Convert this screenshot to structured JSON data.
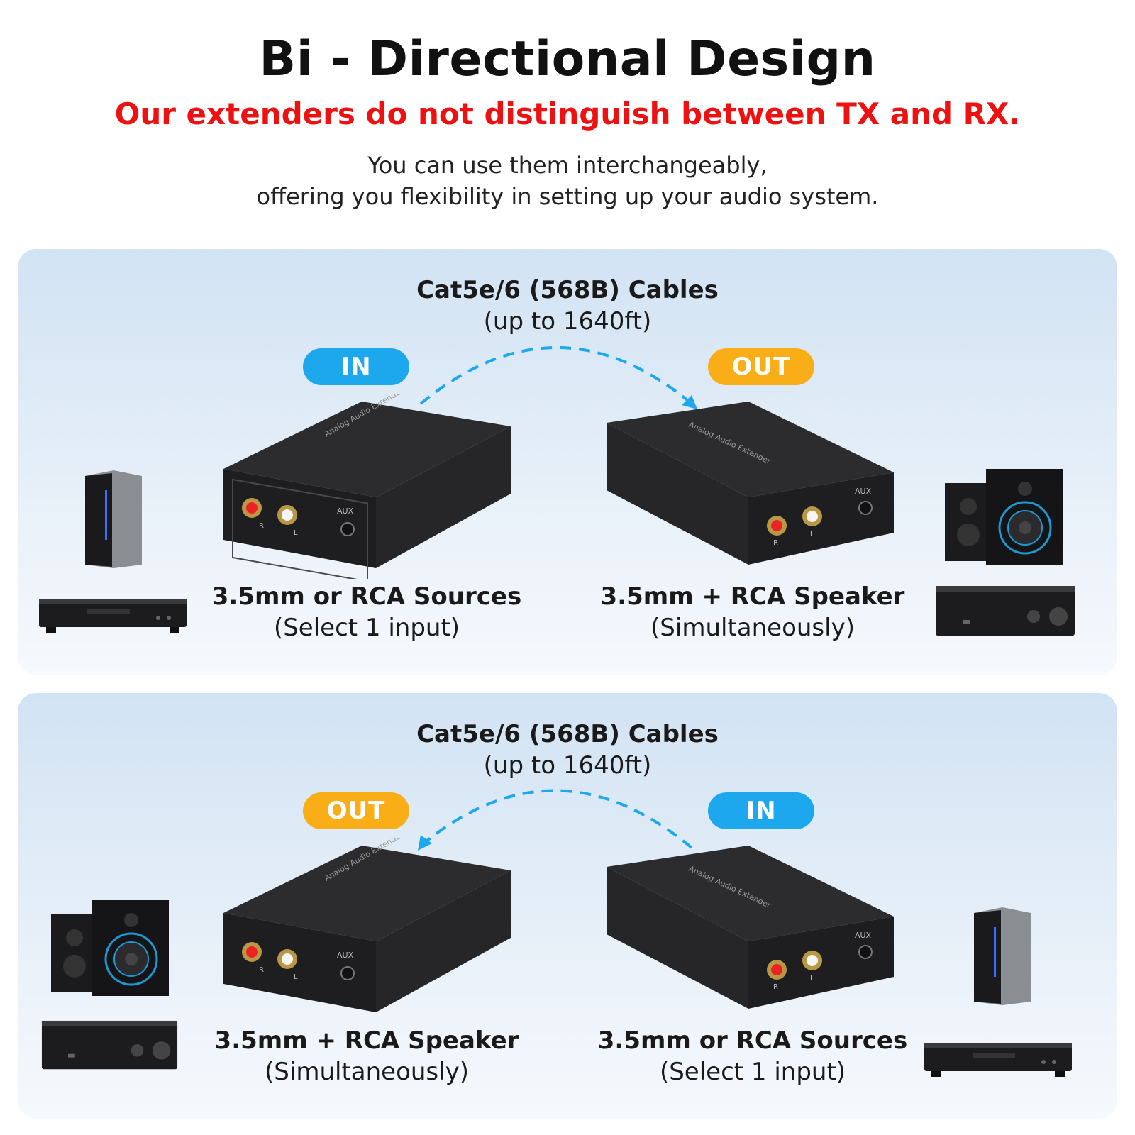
{
  "header": {
    "title": "Bi - Directional Design",
    "subtitle": "Our extenders do not distinguish between TX and RX.",
    "description_line1": "You can use them interchangeably,",
    "description_line2": "offering you flexibility in setting up your audio system."
  },
  "panels": [
    {
      "cable_title": "Cat5e/6 (568B) Cables",
      "cable_range": "(up to 1640ft)",
      "left_badge": "IN",
      "right_badge": "OUT",
      "left_caption_main": "3.5mm or RCA Sources",
      "left_caption_sub": "(Select 1 input)",
      "right_caption_main": "3.5mm + RCA Speaker",
      "right_caption_sub": "(Simultaneously)",
      "arrow_direction": "left-to-right"
    },
    {
      "cable_title": "Cat5e/6 (568B) Cables",
      "cable_range": "(up to 1640ft)",
      "left_badge": "OUT",
      "right_badge": "IN",
      "left_caption_main": "3.5mm + RCA Speaker",
      "left_caption_sub": "(Simultaneously)",
      "right_caption_main": "3.5mm or RCA Sources",
      "right_caption_sub": "(Select 1 input)",
      "arrow_direction": "right-to-left"
    }
  ],
  "device": {
    "top_label": "Analog Audio Extender",
    "port_r": "R",
    "port_l": "L",
    "port_aux": "AUX"
  },
  "colors": {
    "in_badge": "#1da7ec",
    "out_badge": "#f9ad16",
    "subtitle": "#ee1111",
    "arrow": "#1da7ec"
  }
}
